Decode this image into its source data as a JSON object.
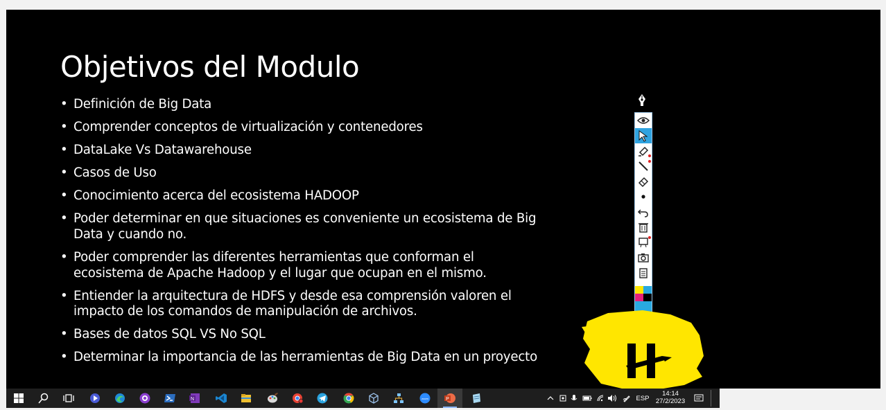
{
  "slide": {
    "title": "Objetivos del Modulo",
    "bullets": [
      "Definición de Big Data",
      "Comprender conceptos de virtualización y contenedores",
      "DataLake Vs Datawarehouse",
      "Casos de Uso",
      "Conocimiento acerca del ecosistema HADOOP",
      "Poder determinar en que situaciones es conveniente un ecosistema de Big Data y cuando no.",
      "Poder comprender las diferentes herramientas que conforman el ecosistema de Apache Hadoop y el lugar que ocupan en el mismo.",
      "Entiender la arquitectura de HDFS y desde esa comprensión valoren el impacto de los comandos de manipulación de archivos.",
      "Bases de datos SQL VS No SQL",
      "Determinar la importancia de las herramientas de Big Data en un proyecto"
    ]
  },
  "annotation_toolbar": {
    "tools": [
      "eye-icon",
      "cursor-icon",
      "highlighter-icon",
      "pen-icon",
      "eraser-icon",
      "dot-icon",
      "undo-icon",
      "trash-icon",
      "whiteboard-icon",
      "camera-icon",
      "clipboard-icon"
    ],
    "selected_tool": "cursor-icon",
    "swatch_colors": [
      "#ffe600",
      "#29a9e0",
      "#e6207a",
      "#000000"
    ]
  },
  "logo": {
    "background_color": "#ffe600"
  },
  "taskbar": {
    "apps": [
      "windows-start-icon",
      "search-icon",
      "task-view-icon",
      "clipchamp-icon",
      "edge-icon",
      "github-desktop-icon",
      "powershell-icon",
      "onenote-icon",
      "vscode-icon",
      "file-explorer-icon",
      "paint-icon",
      "chrome-badge-icon",
      "telegram-icon",
      "chrome-icon",
      "3d-viewer-icon",
      "network-app-icon",
      "zoom-icon",
      "powerpoint-icon",
      "notepad-icon"
    ],
    "active_app": "powerpoint-icon",
    "language": "ESP",
    "time": "14:14",
    "date": "27/2/2023"
  }
}
